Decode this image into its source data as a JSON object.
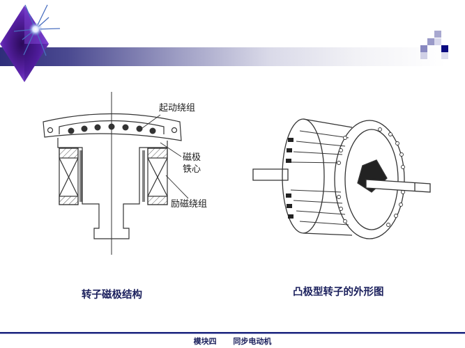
{
  "header": {
    "decoration": "purple-diamond-star-logo",
    "bar_colors": [
      "#2e2d7a",
      "#ffffff"
    ],
    "accent_color": "#6a2fc4"
  },
  "left_figure": {
    "labels": {
      "start_winding": "起动绕组",
      "pole_core_line1": "磁极",
      "pole_core_line2": "铁心",
      "field_winding": "励磁绕组"
    },
    "caption": "转子磁极结构"
  },
  "right_figure": {
    "caption": "凸极型转子的外形图"
  },
  "footer": {
    "module": "模块四",
    "title": "同步电动机"
  }
}
